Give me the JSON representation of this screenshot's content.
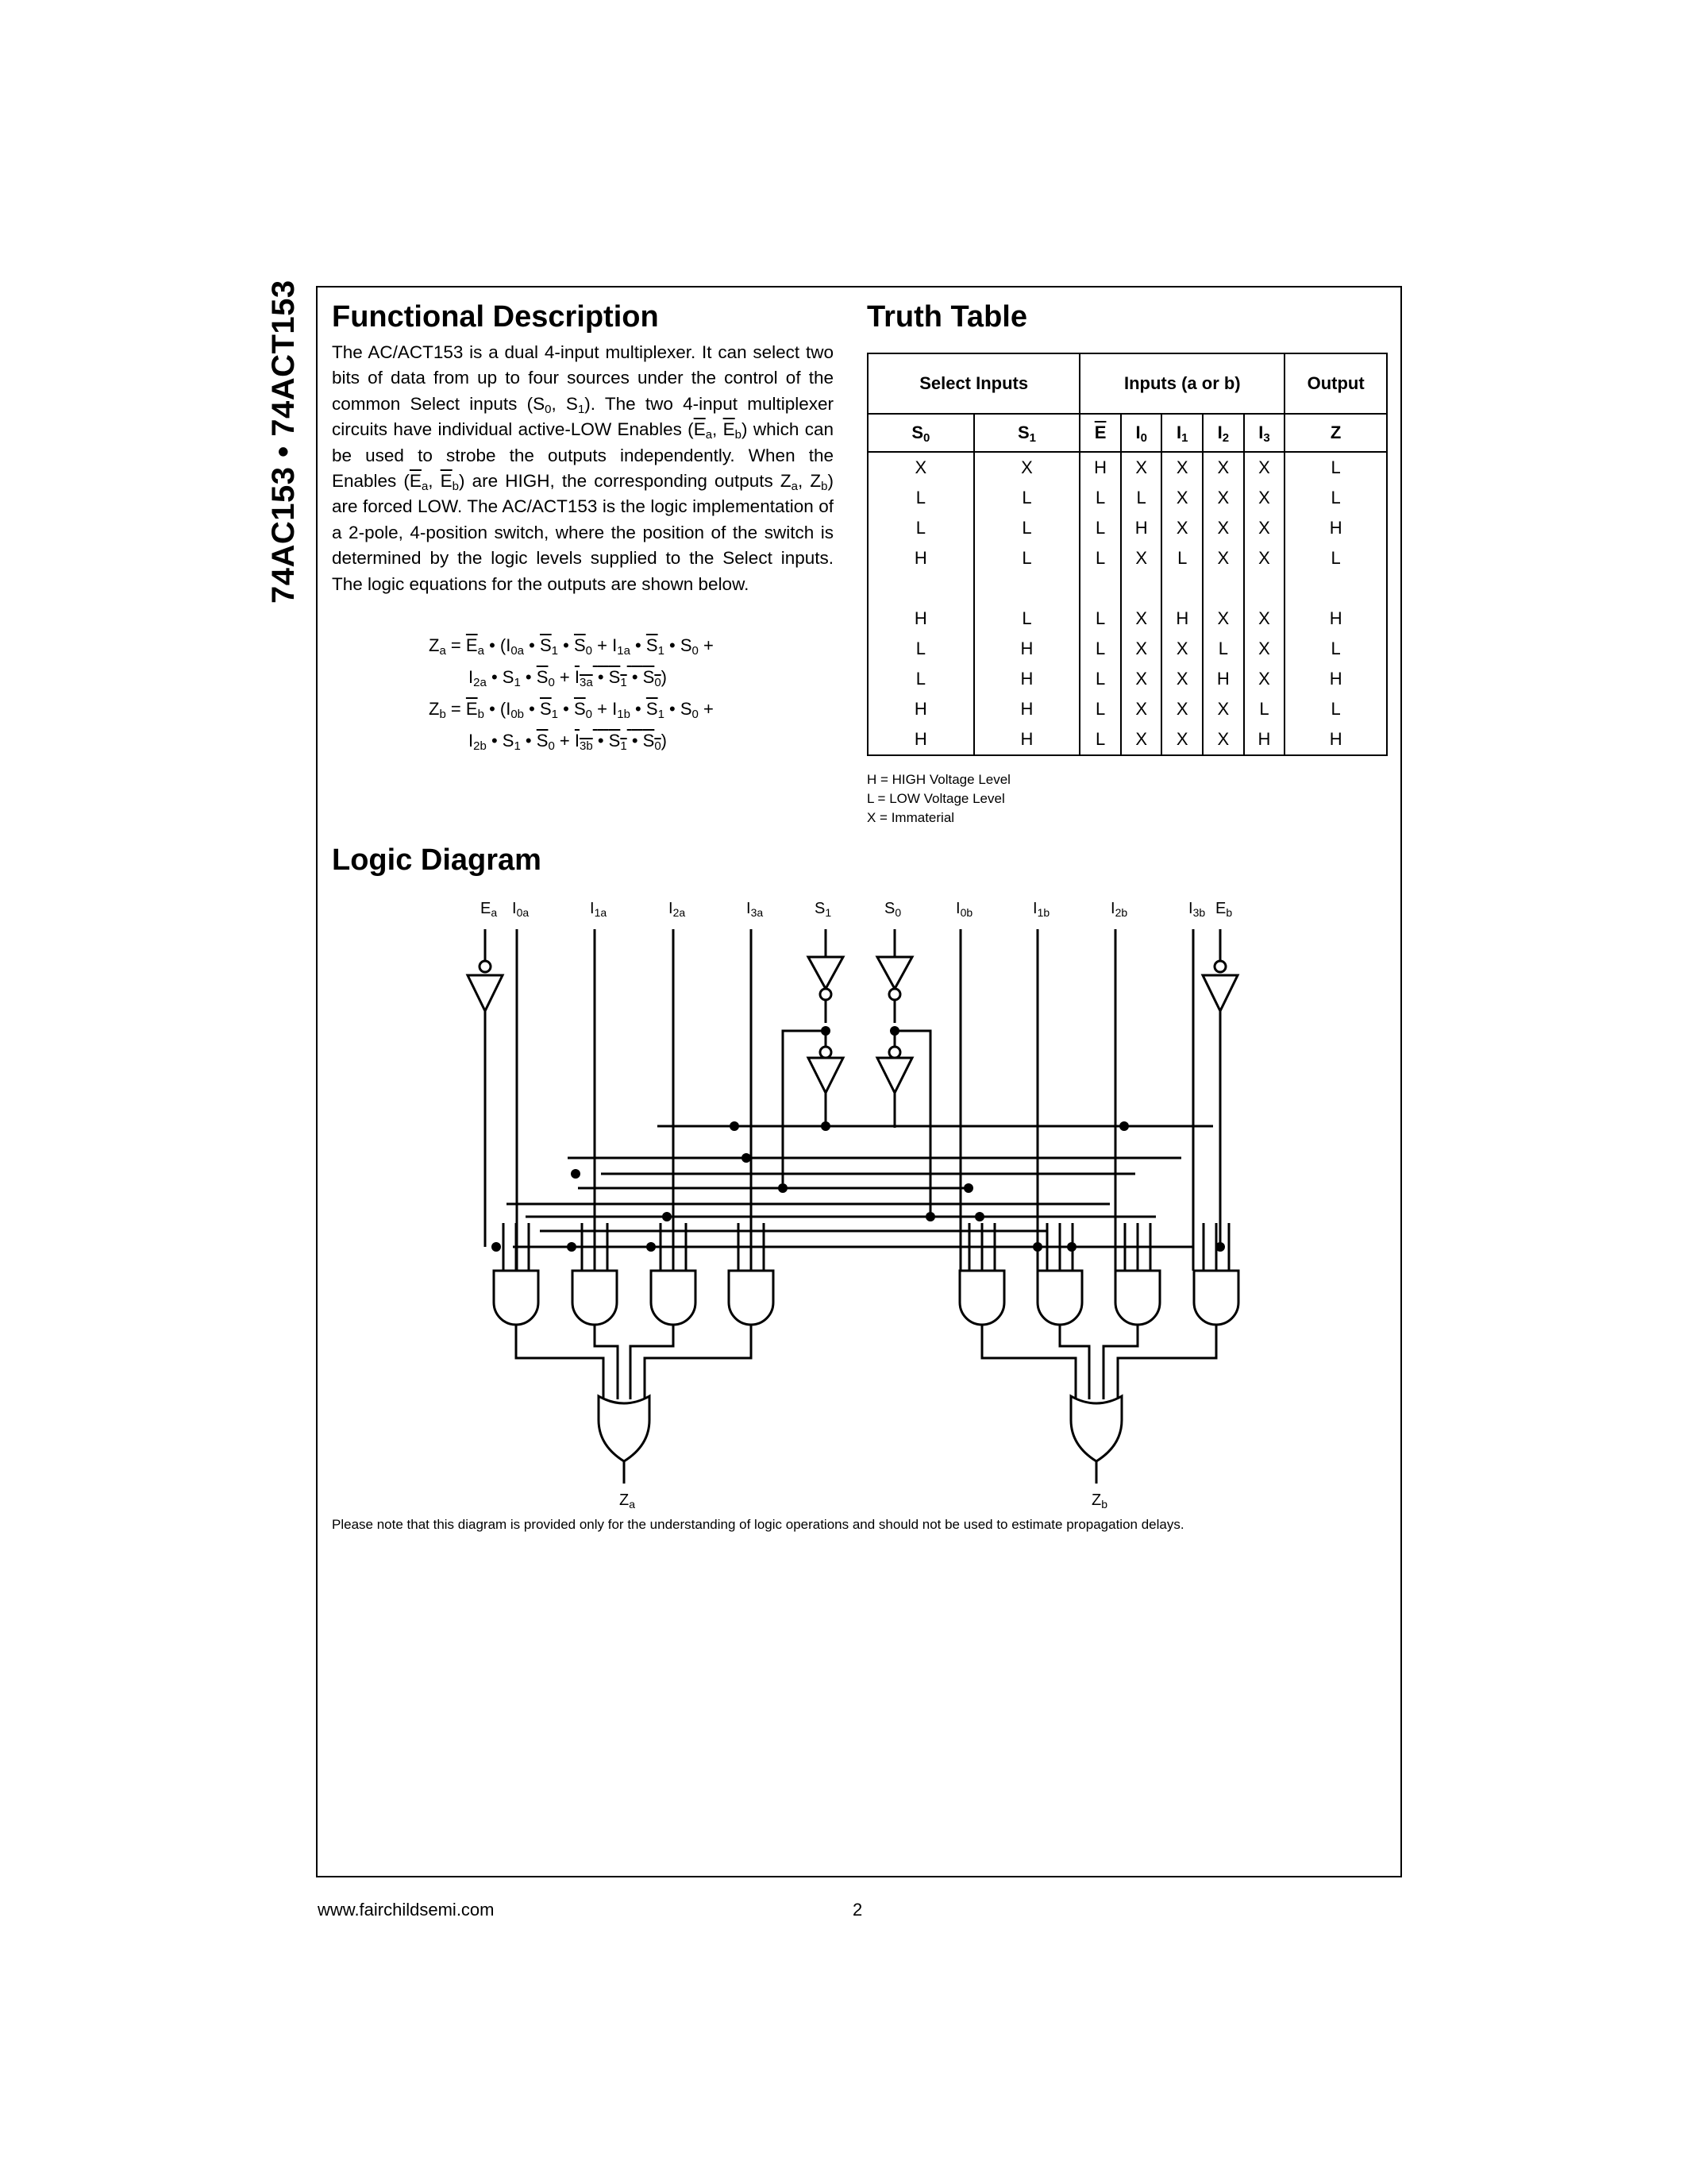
{
  "side_title": "74AC153 • 74ACT153",
  "functional_description": {
    "heading": "Functional Description",
    "text_1": "The AC/ACT153 is a dual 4-input multiplexer. It can select two bits of data from up to four sources under the control of the common Select inputs (S",
    "sub_s0": "0",
    "text_2": ", S",
    "sub_s1": "1",
    "text_3": "). The two 4-input multiplexer circuits have individual active-LOW Enables (",
    "e_label": "E",
    "sub_a": "a",
    "sep": ", ",
    "sub_b": "b",
    "text_4": ") which can be used to strobe the outputs independently. When the Enables (",
    "text_5": ") are HIGH, the corresponding outputs Z",
    "text_6": ", Z",
    "text_7": ") are forced LOW. The AC/ACT153 is the logic implementation of a 2-pole, 4-position switch, where the position of the switch is determined by the logic levels supplied to the Select inputs. The logic equations for the outputs are shown below.",
    "text_6b": ") are forced LOW.",
    "open_paren": "(",
    "close_paren": ")"
  },
  "equations": {
    "za_line1": "Za = Ea • (I0a • S1 • S0 + I1a • S1 • S0 +",
    "za_line2": "I2a • S1 • S0 + I3a • S1 • S0)",
    "zb_line1": "Zb = Eb • (I0b • S1 • S0 + I1b • S1 • S0 +",
    "zb_line2": "I2b • S1 • S0 + I3b • S1 • S0)",
    "za": "Z",
    "a": "a",
    "b": "b",
    "eq": "=",
    "E": "E",
    "bullet": "•",
    "I": "I",
    "S": "S",
    "s0": "0",
    "s1": "1",
    "i0a": "0a",
    "i1a": "1a",
    "i2a": "2a",
    "i3a": "3a",
    "i0b": "0b",
    "i1b": "1b",
    "i2b": "2b",
    "i3b": "3b",
    "plus": "+",
    "lp": "(",
    "rp": ")"
  },
  "truth_table": {
    "heading": "Truth Table",
    "group_select": "Select Inputs",
    "group_inputs": "Inputs (a or b)",
    "group_output": "Output",
    "columns": [
      "S0",
      "S1",
      "E",
      "I0",
      "I1",
      "I2",
      "I3",
      "Z"
    ],
    "rows": [
      [
        "X",
        "X",
        "H",
        "X",
        "X",
        "X",
        "X",
        "L"
      ],
      [
        "L",
        "L",
        "L",
        "L",
        "X",
        "X",
        "X",
        "L"
      ],
      [
        "L",
        "L",
        "L",
        "H",
        "X",
        "X",
        "X",
        "H"
      ],
      [
        "H",
        "L",
        "L",
        "X",
        "L",
        "X",
        "X",
        "L"
      ],
      [
        "H",
        "L",
        "L",
        "X",
        "H",
        "X",
        "X",
        "H"
      ],
      [
        "L",
        "H",
        "L",
        "X",
        "X",
        "L",
        "X",
        "L"
      ],
      [
        "L",
        "H",
        "L",
        "X",
        "X",
        "H",
        "X",
        "H"
      ],
      [
        "H",
        "H",
        "L",
        "X",
        "X",
        "X",
        "L",
        "L"
      ],
      [
        "H",
        "H",
        "L",
        "X",
        "X",
        "X",
        "H",
        "H"
      ]
    ],
    "notes": [
      "H = HIGH Voltage Level",
      "L = LOW Voltage Level",
      "X = Immaterial"
    ]
  },
  "logic_diagram": {
    "heading": "Logic Diagram",
    "input_labels": [
      "Ea",
      "I0a",
      "I1a",
      "I2a",
      "I3a",
      "S1",
      "S0",
      "I0b",
      "I1b",
      "I2b",
      "I3b",
      "Eb"
    ],
    "output_labels": [
      "Za",
      "Zb"
    ],
    "note": "Please note that this diagram is provided only for the understanding of logic operations and should not be used to estimate propagation delays."
  },
  "footer": {
    "url": "www.fairchildsemi.com",
    "page": "2"
  }
}
